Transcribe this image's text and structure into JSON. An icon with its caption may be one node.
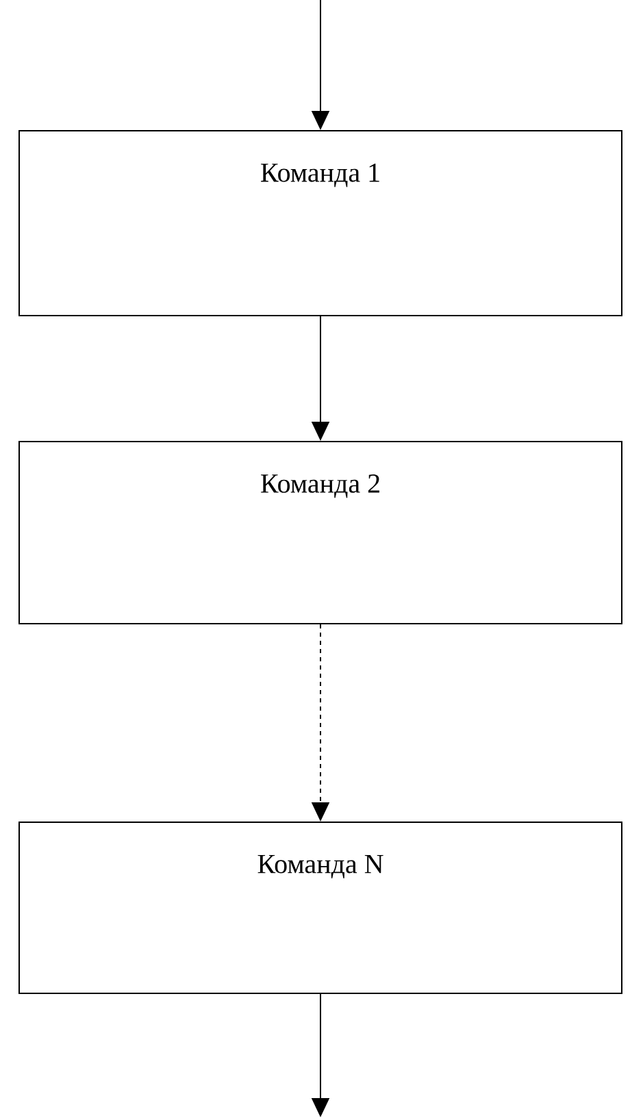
{
  "diagram": {
    "nodes": [
      {
        "text": [
          "Команда 1"
        ]
      },
      {
        "text": [
          "Команда 2"
        ]
      },
      {
        "text": [
          "Команда N"
        ]
      }
    ],
    "edges": [
      {
        "from": null,
        "to": 0,
        "arrow": "to"
      },
      {
        "from": 0,
        "to": 1,
        "arrow": "to"
      },
      {
        "from": 1,
        "to": 2,
        "arrow": "to",
        "style": "dashed"
      },
      {
        "from": 2,
        "to": null,
        "arrow": "to"
      }
    ]
  }
}
